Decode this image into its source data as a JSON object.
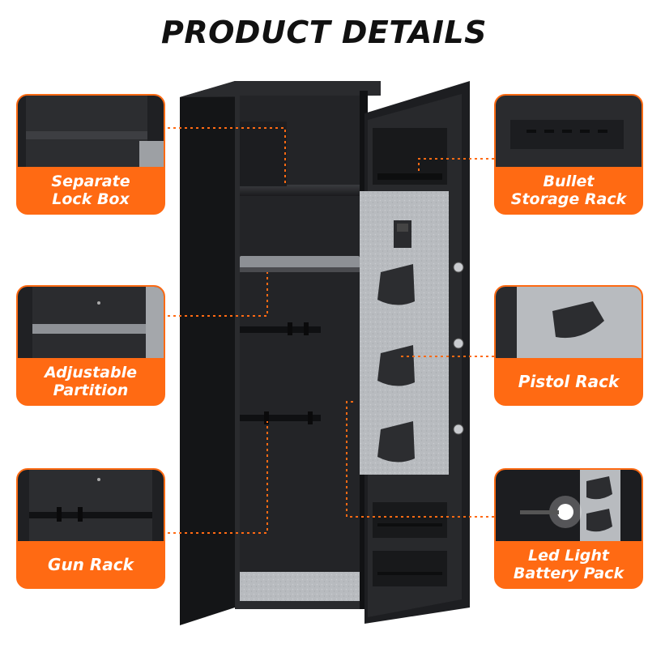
{
  "title": "PRODUCT DETAILS",
  "colors": {
    "accent": "#ff6a13",
    "safe_body": "#1e1f22",
    "felt": "#b9bcc0"
  },
  "features": {
    "separate_lock_box": "Separate\nLock Box",
    "bullet_storage_rack": "Bullet\nStorage Rack",
    "adjustable_partition": "Adjustable\nPartition",
    "pistol_rack": "Pistol Rack",
    "gun_rack": "Gun Rack",
    "led_light_battery_pack": "Led Light\nBattery Pack"
  }
}
